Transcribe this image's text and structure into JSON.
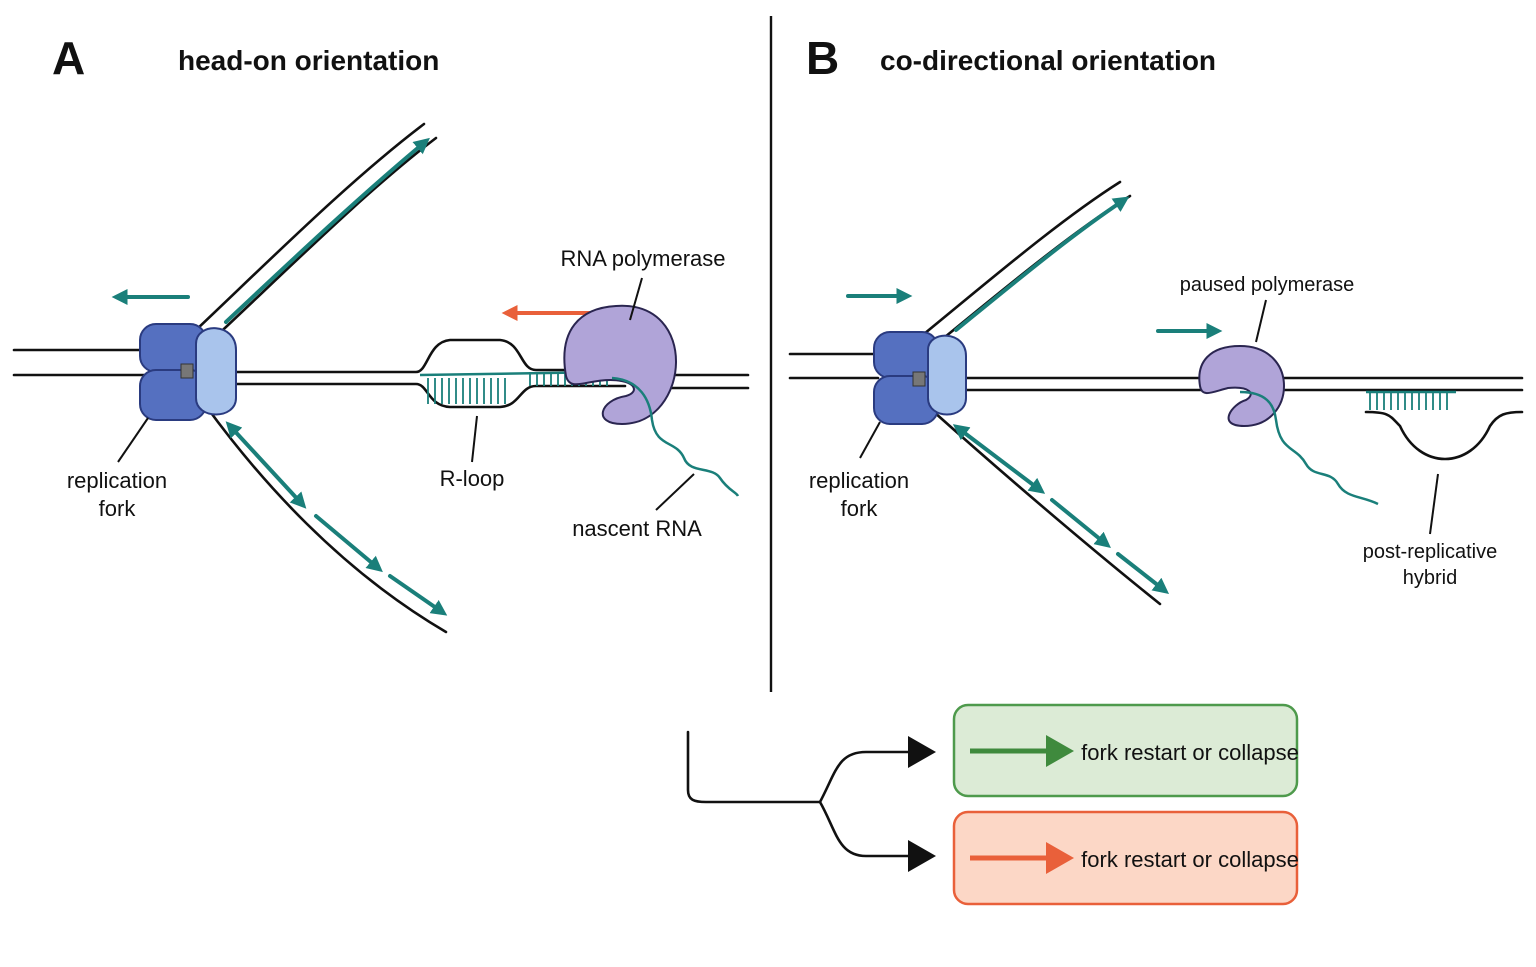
{
  "panels": {
    "a": {
      "letter": "A",
      "title": "head-on orientation",
      "labels": {
        "fork": [
          "replication",
          "fork"
        ],
        "rloop": "R-loop",
        "rnap": "RNA polymerase",
        "rna": "nascent RNA"
      }
    },
    "b": {
      "letter": "B",
      "title": "co-directional orientation",
      "labels": {
        "fork": [
          "replication",
          "fork"
        ],
        "paused": "paused polymerase",
        "hybrid": [
          "post-replicative",
          "hybrid"
        ]
      }
    }
  },
  "outcomes": [
    {
      "text": "fork restart or collapse"
    },
    {
      "text": "fork restart or collapse"
    }
  ],
  "colors": {
    "teal": "#1a7f7a",
    "orange": "#e9603a",
    "helicase_dark": "#5570c0",
    "helicase_light": "#a9c4ec",
    "polymerase": "#b0a4d8",
    "box_green_fill": "#dcebd6",
    "box_green_stroke": "#4e9a4c",
    "box_orange_fill": "#fcd7c6",
    "box_orange_stroke": "#e9603a"
  },
  "icons": [
    "teal-arrow-icon",
    "orange-arrow-icon",
    "helicase-icon",
    "polymerase-icon",
    "branch-arrow-icon"
  ]
}
